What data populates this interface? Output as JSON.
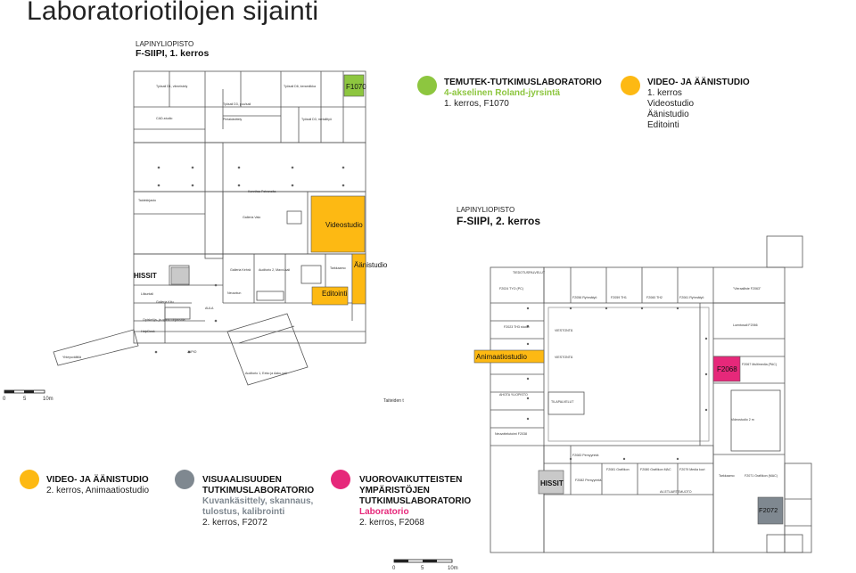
{
  "title": "Laboratoriotilojen sijainti",
  "floor1": {
    "org": "LAPINYLIOPISTO",
    "name": "F-SIIPI, 1. kerros",
    "rooms": {
      "f1070": "F1070",
      "videostudio": "Videostudio",
      "aanistudio": "Äänistudio",
      "editointi": "Editointi",
      "hissit": "HISSIT"
    },
    "scale": [
      "0",
      "5",
      "10m"
    ]
  },
  "floor2": {
    "org": "LAPINYLIOPISTO",
    "name": "F-SIIPI, 2. kerros",
    "rooms": {
      "animaatiostudio": "Animaatiostudio",
      "f2068": "F2068",
      "hissit": "HISSIT",
      "f2072": "F2072"
    },
    "scale": [
      "0",
      "5",
      "10m"
    ]
  },
  "legends": {
    "temutek": {
      "color": "#8dc63f",
      "title": "TEMUTEK-TUTKIMUSLABORATORIO",
      "sub": "4-akselinen Roland-jyrsintä",
      "loc": "1. kerros, F1070"
    },
    "video1": {
      "color": "#fdb913",
      "title": "VIDEO- JA ÄÄNISTUDIO",
      "lines": [
        "1. kerros",
        "Videostudio",
        "Äänistudio",
        "Editointi"
      ]
    },
    "video2": {
      "color": "#fdb913",
      "title": "VIDEO- JA ÄÄNISTUDIO",
      "loc": "2. kerros, Animaatiostudio"
    },
    "visual": {
      "color": "#7f8890",
      "title1": "VISUAALISUUDEN",
      "title2": "TUTKIMUSLABORATORIO",
      "sub1": "Kuvankäsittely, skannaus,",
      "sub2": "tulostus, kalibrointi",
      "loc": "2. kerros, F2072"
    },
    "vuoro": {
      "color": "#e6287a",
      "title1": "VUOROVAIKUTTEISTEN",
      "title2": "YMPÄRISTÖJEN",
      "title3": "TUTKIMUSLABORATORIO",
      "sub": "Laboratorio",
      "loc": "2. kerros, F2068"
    }
  }
}
